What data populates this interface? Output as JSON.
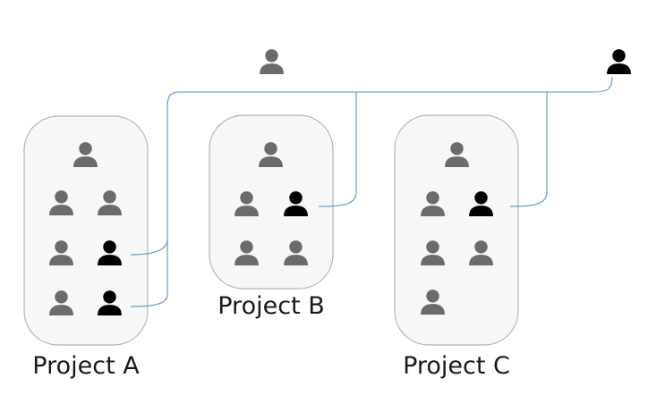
{
  "colors": {
    "member": "#6b6b6b",
    "shared_member": "#000000",
    "connector": "#5b8fc7",
    "box_fill": "#f7f7f7",
    "box_stroke": "#b3b3b3"
  },
  "icons": {
    "member": "person-icon",
    "shared_member": "person-icon"
  },
  "unassigned_people": [
    {
      "name": "unassigned-person",
      "color": "member"
    },
    {
      "name": "shared-person",
      "color": "shared_member"
    }
  ],
  "projects": [
    {
      "label": "Project A",
      "member_count": 7,
      "shared_member_count": 2
    },
    {
      "label": "Project B",
      "member_count": 5,
      "shared_member_count": 1
    },
    {
      "label": "Project C",
      "member_count": 6,
      "shared_member_count": 1
    }
  ]
}
